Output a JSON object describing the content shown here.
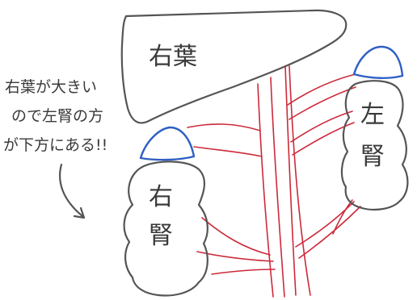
{
  "colors": {
    "pencil": "#555555",
    "vessel": "#cc2a3a",
    "adrenal": "#2f5fc4",
    "text": "#3a3a3a"
  },
  "labels": {
    "liver_lobe": "右葉",
    "right_kidney_line1": "右",
    "right_kidney_line2": "腎",
    "left_kidney_line1": "左",
    "left_kidney_line2": "腎"
  },
  "note": {
    "line1": "右葉が大きい",
    "line2": "ので左腎の方",
    "line3": "が下方にある!!"
  }
}
